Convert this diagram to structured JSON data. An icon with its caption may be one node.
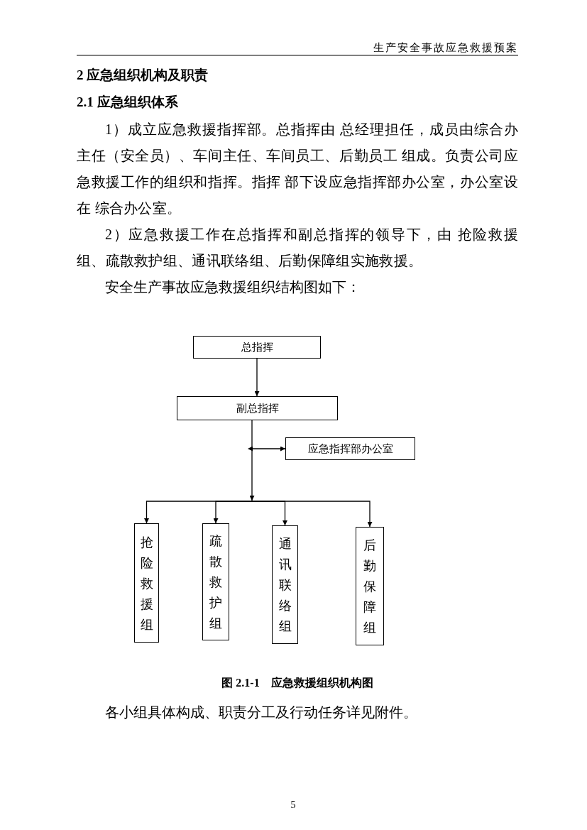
{
  "diagram": {
    "caption": "图 2.1-1　应急救援组织机构图",
    "nodes": [
      {
        "text": [
          "总指挥"
        ]
      },
      {
        "text": [
          "副总指挥"
        ]
      },
      {
        "text": [
          "应急指挥部办公室"
        ]
      },
      {
        "text": [
          "抢险救援组"
        ]
      },
      {
        "text": [
          "疏散救护组"
        ]
      },
      {
        "text": [
          "通讯联络组"
        ]
      },
      {
        "text": [
          "后勤保障组"
        ]
      }
    ],
    "edges": [
      {
        "from": 0,
        "to": 1,
        "arrow": "to"
      },
      {
        "from": null,
        "to": 2,
        "arrow": "both"
      },
      {
        "from": 1,
        "to": 3,
        "arrow": "to"
      },
      {
        "from": 1,
        "to": 4,
        "arrow": "to"
      },
      {
        "from": 1,
        "to": 5,
        "arrow": "to"
      },
      {
        "from": 1,
        "to": 6,
        "arrow": "to"
      }
    ],
    "labels": [
      "生产安全事故应急救援预案",
      "2 应急组织机构及职责",
      "2.1 应急组织体系",
      "1）成立应急救援指挥部。总指挥由 总经理担任，成员由综合办主任（安全员）、车间主任、车间员工、后勤员工 组成。负责公司应急救援工作的组织和指挥。指挥 部下设应急指挥部办公室，办公室设在 综合办公室。",
      "2）应急救援工作在总指挥和副总指挥的领导下，由 抢险救援组、疏散救护组、通讯联络组、后勤保障组实施救援。",
      "安全生产事故应急救援组织结构图如下：",
      "各小组具体构成、职责分工及行动任务详见附件。",
      "5"
    ]
  }
}
